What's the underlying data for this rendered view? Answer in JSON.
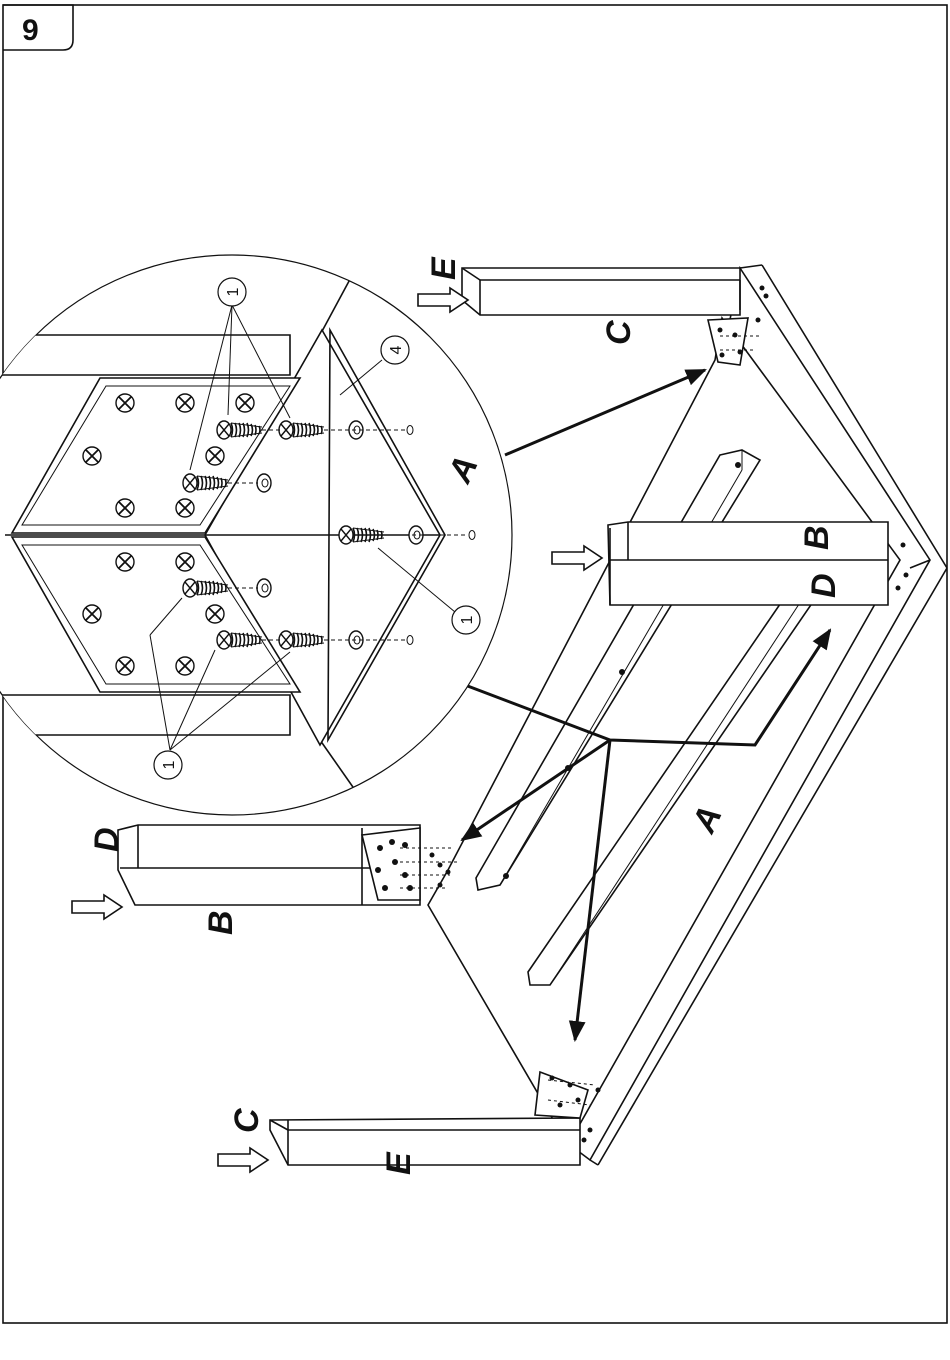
{
  "step": {
    "number": "9"
  },
  "part_labels": {
    "a_detail": "A",
    "a_main": "A",
    "b_right": "B",
    "b_left": "B",
    "c_top": "C",
    "c_bottom": "C",
    "d_right": "D",
    "d_left": "D",
    "e_top": "E",
    "e_bottom": "E"
  },
  "callouts": {
    "screw_top": "1",
    "washer": "4",
    "screw_right": "1",
    "screw_bottom": "1"
  },
  "icons": [
    "push-arrow-icon",
    "screw-icon",
    "washer-icon",
    "pointer-arrow-icon"
  ]
}
